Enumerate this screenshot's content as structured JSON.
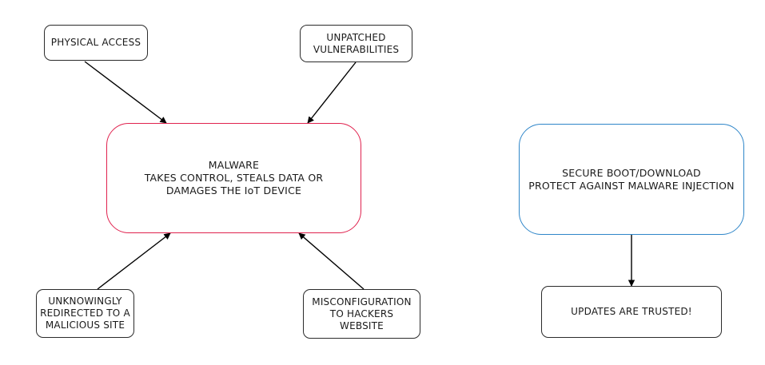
{
  "diagram": {
    "nodes": {
      "physical_access": {
        "lines": [
          "PHYSICAL ACCESS"
        ]
      },
      "unpatched": {
        "lines": [
          "UNPATCHED",
          "VULNERABILITIES"
        ]
      },
      "malware": {
        "lines": [
          "MALWARE",
          "TAKES CONTROL, STEALS DATA OR",
          "DAMAGES THE IoT DEVICE"
        ]
      },
      "redirected": {
        "lines": [
          "UNKNOWINGLY",
          "REDIRECTED TO A",
          "MALICIOUS SITE"
        ]
      },
      "misconfig": {
        "lines": [
          "MISCONFIGURATION",
          "TO HACKERS",
          "WEBSITE"
        ]
      },
      "secure_boot": {
        "lines": [
          "SECURE BOOT/DOWNLOAD",
          "PROTECT AGAINST MALWARE INJECTION"
        ]
      },
      "updates": {
        "lines": [
          "UPDATES ARE TRUSTED!"
        ]
      }
    },
    "colors": {
      "threat_border": "#e0224e",
      "defense_border": "#2f86c9",
      "line": "#000000"
    }
  }
}
